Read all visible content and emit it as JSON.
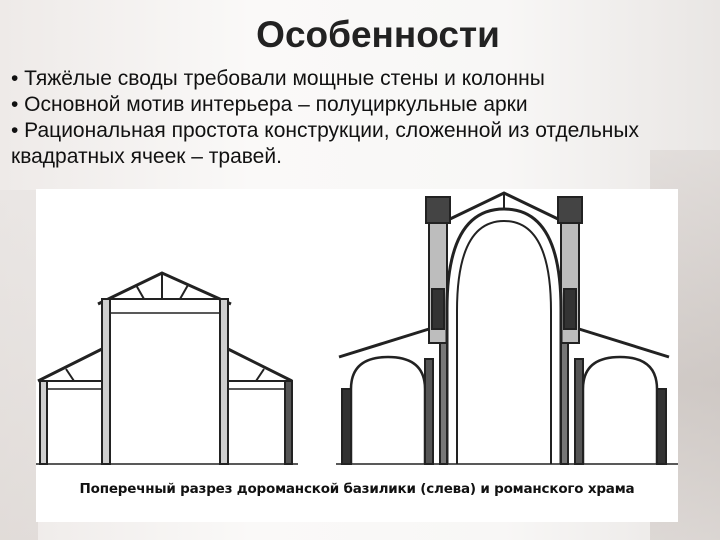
{
  "slide": {
    "title": "Особенности",
    "bullets": [
      "• Тяжёлые своды требовали мощные стены и колонны",
      "• Основной мотив интерьера – полуциркульные арки",
      "• Рациональная простота конструкции, сложенной из отдельных квадратных ячеек – травей."
    ],
    "figure": {
      "caption": "Поперечный разрез дороманской базилики (слева) и романского храма"
    }
  }
}
